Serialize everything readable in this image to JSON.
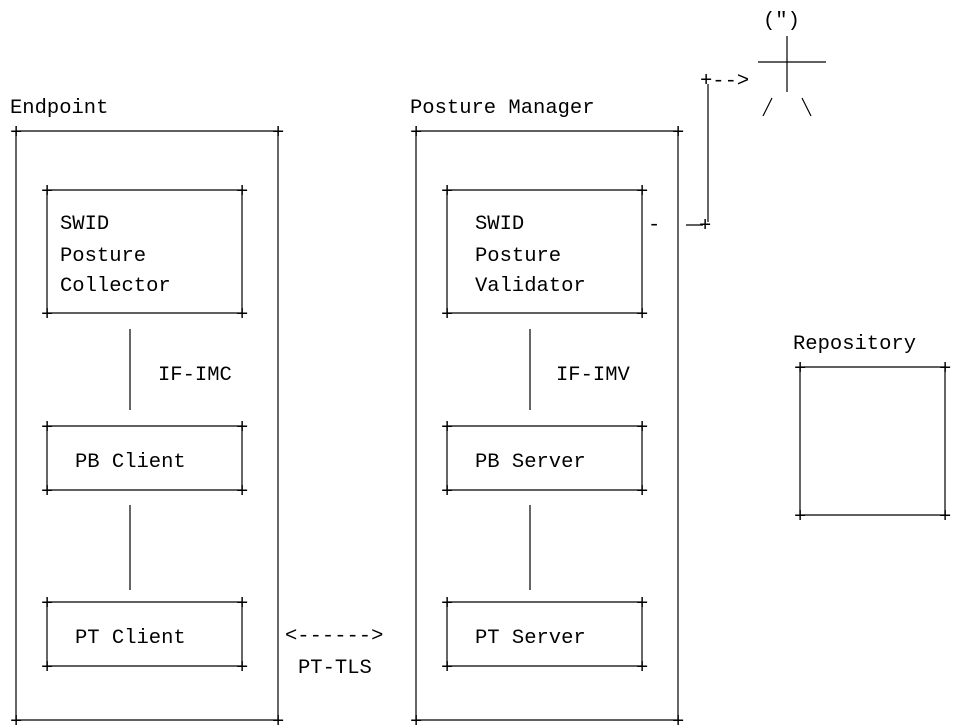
{
  "nodes": {
    "endpoint": {
      "label": "Endpoint"
    },
    "posture_manager": {
      "label": "Posture Manager"
    },
    "repository": {
      "label": "Repository"
    },
    "swid_collector": {
      "lines": [
        "SWID",
        "Posture",
        "Collector"
      ]
    },
    "swid_validator": {
      "lines": [
        "SWID",
        "Posture",
        "Validator"
      ]
    },
    "pb_client": {
      "label": "PB Client"
    },
    "pb_server": {
      "label": "PB Server"
    },
    "pt_client": {
      "label": "PT Client"
    },
    "pt_server": {
      "label": "PT Server"
    }
  },
  "edges": {
    "if_imc": {
      "label": "IF-IMC"
    },
    "if_imv": {
      "label": "IF-IMV"
    },
    "pt_tls": {
      "label": "PT-TLS",
      "arrow_text": "<------>"
    },
    "admin_arrow": {
      "arrow_text": "+-->"
    },
    "validator_link": {
      "text": "-"
    }
  },
  "actor": {
    "head": "(\")"
  },
  "colors": {
    "ink": "#000000",
    "background": "#ffffff"
  }
}
